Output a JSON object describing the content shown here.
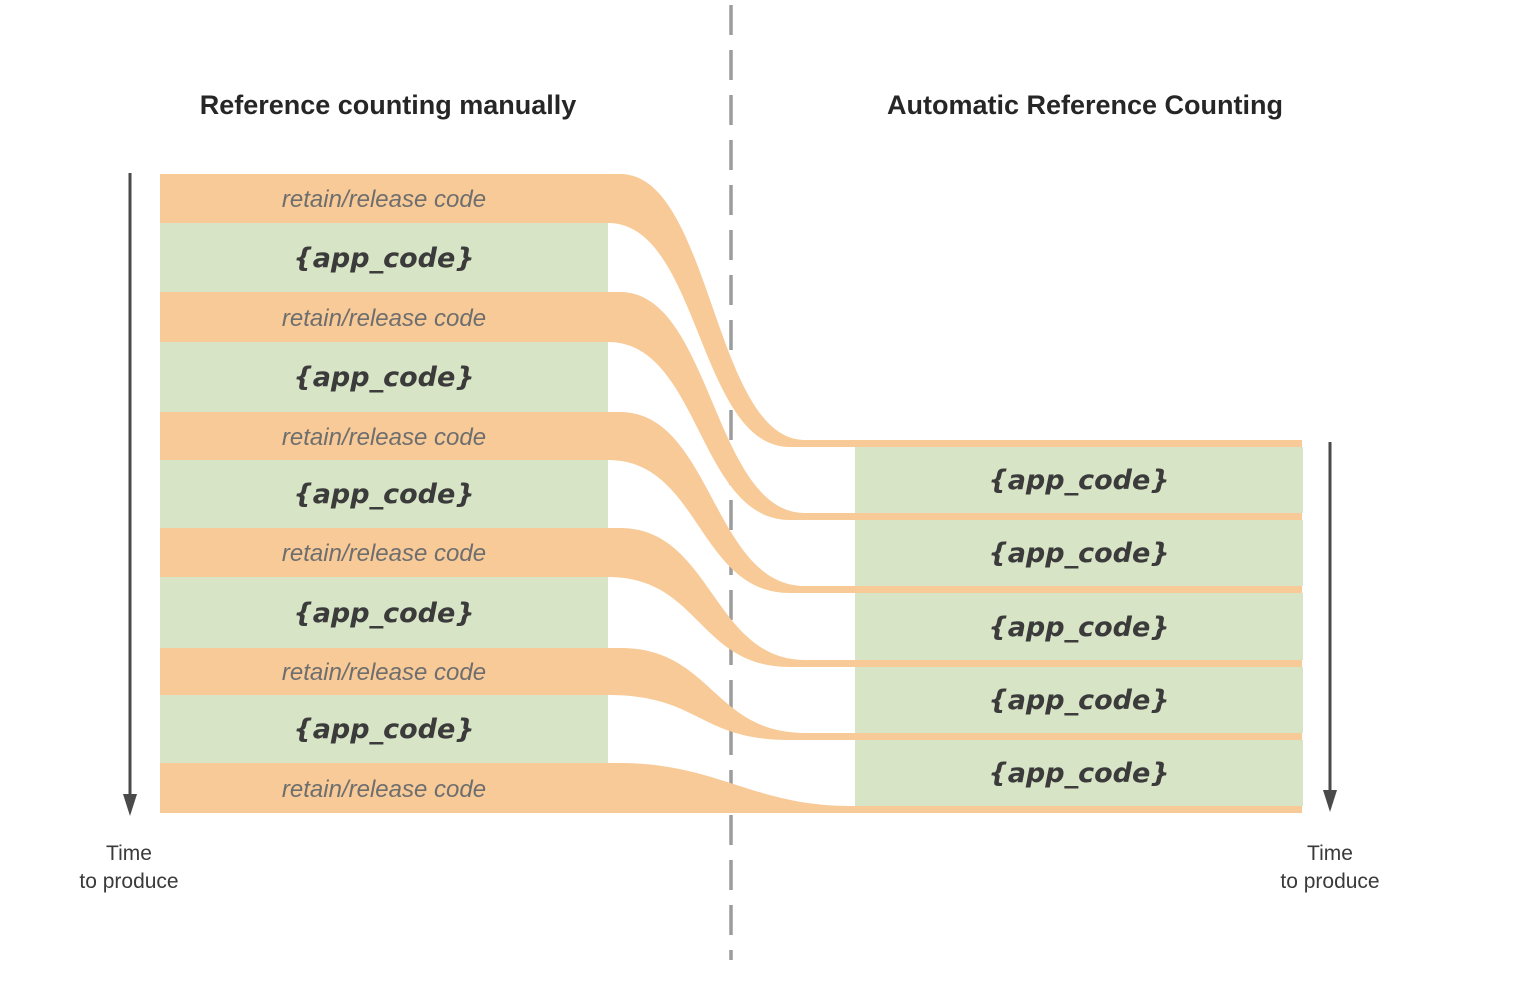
{
  "left_panel": {
    "title": "Reference counting manually",
    "bands": [
      {
        "type": "retain_release",
        "label": "retain/release code"
      },
      {
        "type": "app_code",
        "label": "{app_code}"
      },
      {
        "type": "retain_release",
        "label": "retain/release code"
      },
      {
        "type": "app_code",
        "label": "{app_code}"
      },
      {
        "type": "retain_release",
        "label": "retain/release code"
      },
      {
        "type": "app_code",
        "label": "{app_code}"
      },
      {
        "type": "retain_release",
        "label": "retain/release code"
      },
      {
        "type": "app_code",
        "label": "{app_code}"
      },
      {
        "type": "retain_release",
        "label": "retain/release code"
      },
      {
        "type": "app_code",
        "label": "{app_code}"
      },
      {
        "type": "retain_release",
        "label": "retain/release code"
      }
    ],
    "time_arrow": {
      "line1": "Time",
      "line2": "to produce"
    }
  },
  "right_panel": {
    "title": "Automatic Reference Counting",
    "blocks": [
      {
        "label": "{app_code}"
      },
      {
        "label": "{app_code}"
      },
      {
        "label": "{app_code}"
      },
      {
        "label": "{app_code}"
      },
      {
        "label": "{app_code}"
      }
    ],
    "time_arrow": {
      "line1": "Time",
      "line2": "to produce"
    }
  },
  "colors": {
    "retain_release_band": "#F7CA97",
    "app_code_block": "#D7E4C5",
    "divider": "#9C9C9C",
    "arrow": "#4A4A4A",
    "retain_text": "#6E6E6E",
    "app_text": "#3B3B3B",
    "title_text": "#262626",
    "axis_text": "#3A3A3A"
  }
}
